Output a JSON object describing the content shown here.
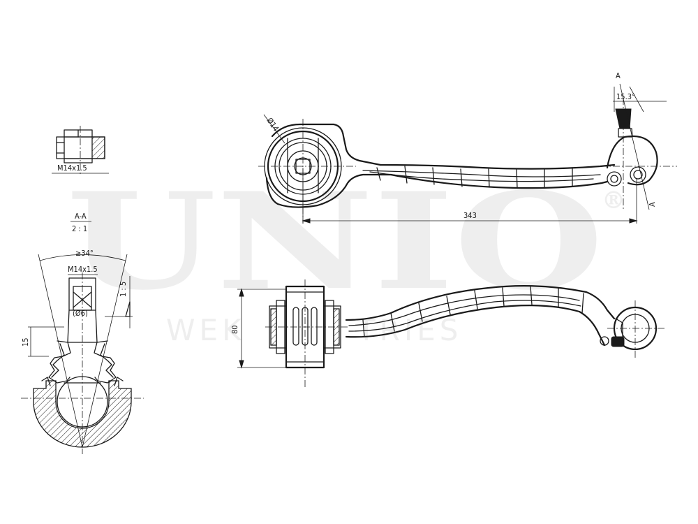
{
  "watermark": {
    "brand": "UNIO",
    "registered": "®",
    "tagline_left": "WEK",
    "tagline_right": "TRIES"
  },
  "nut": {
    "label": "M14x1.5"
  },
  "section": {
    "title": "A-A",
    "scale": "2 : 1",
    "taper_angle": "≥34°",
    "thread_label": "M14x1.5",
    "bore_label": "(Ø6)",
    "taper_ratio": "1 : 5",
    "height_dim": "15"
  },
  "top_view": {
    "bush_dia": "Ø14",
    "length_dim": "343",
    "angle_dim": "15.3°",
    "section_mark_top": "A",
    "section_mark_bottom": "A"
  },
  "side_view": {
    "height_dim": "80"
  }
}
